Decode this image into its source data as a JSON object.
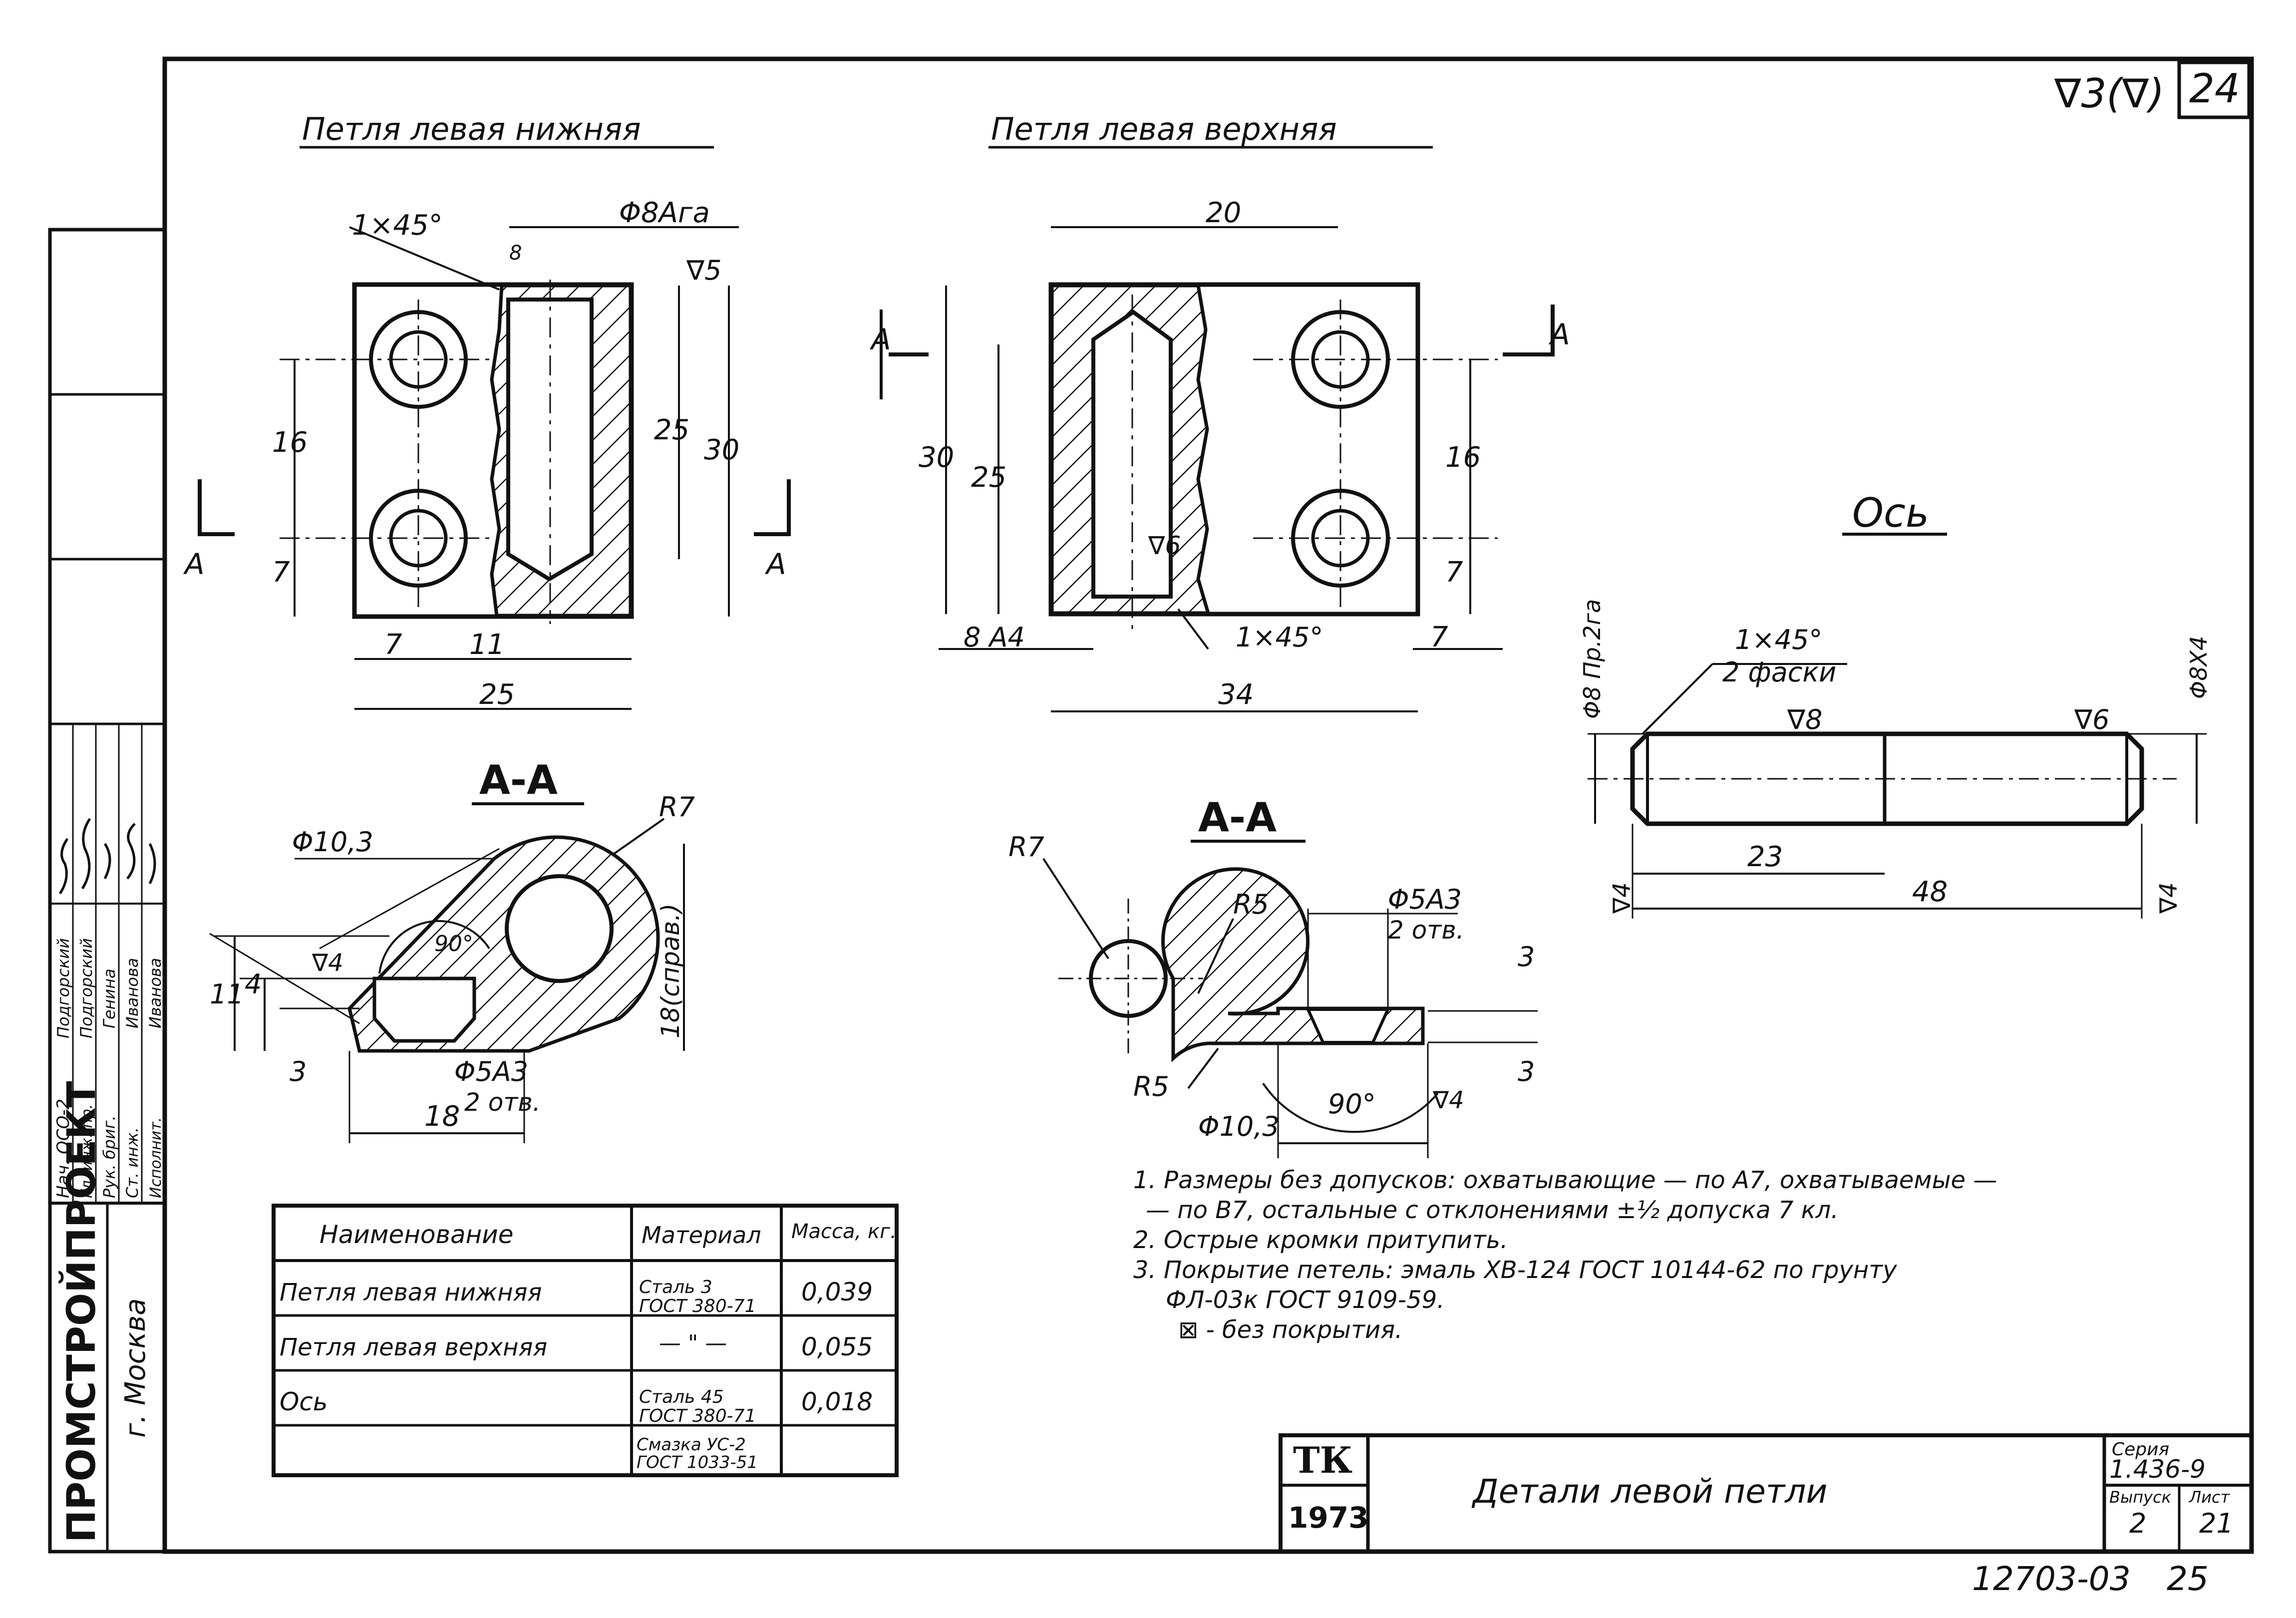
{
  "sheet": {
    "corner_roughness": "∇3(∇)",
    "corner_number": "24"
  },
  "views": {
    "lower_title": "Петля левая нижняя",
    "upper_title": "Петля левая верхняя",
    "axle_title": "Ось",
    "section_left": "А-А",
    "section_right": "А-А",
    "section_mark": "А"
  },
  "dims_lower": {
    "chamfer": "1×45°",
    "bore": "Φ8Aга",
    "small8": "8",
    "r5": "∇5",
    "d16": "16",
    "d7": "7",
    "d25": "25",
    "d30": "30",
    "b7": "7",
    "b11": "11",
    "b25": "25"
  },
  "dims_upper": {
    "top20": "20",
    "d30": "30",
    "d25": "25",
    "d16": "16",
    "d7": "7",
    "r6": "∇6",
    "a4": "8 A4",
    "chamfer": "1×45°",
    "b7": "7",
    "b34": "34"
  },
  "dims_axle": {
    "chamfer": "1×45°",
    "chamfers2": "2 фаски",
    "left_dia": "Φ8 Пр.2га",
    "right_dia": "Φ8X4",
    "r8": "∇8",
    "r6": "∇6",
    "r4a": "∇4",
    "r4b": "∇4",
    "d23": "23",
    "d48": "48"
  },
  "dims_secA1": {
    "d103": "Φ10,3",
    "r7": "R7",
    "a90": "90°",
    "r4": "∇4",
    "d11": "11",
    "d4": "4",
    "d3": "3",
    "d18v": "18(справ.)",
    "hole": "Φ5A3",
    "holes": "2 отв.",
    "d18": "18"
  },
  "dims_secA2": {
    "r7": "R7",
    "r5a": "R5",
    "hole": "Φ5A3",
    "holes": "2 отв.",
    "d3a": "3",
    "d3b": "3",
    "r5b": "R5",
    "d103": "Φ10,3",
    "a90": "90°",
    "r4": "∇4"
  },
  "notes": [
    "1. Размеры без допусков: охватывающие — по A7, охватываемые —",
    "— по B7, остальные с отклонениями ±½ допуска 7 кл.",
    "2. Острые кромки притупить.",
    "3. Покрытие петель: эмаль ХВ-124 ГОСТ 10144-62 по грунту",
    "ФЛ-03к ГОСТ 9109-59.",
    "⊠ - без покрытия."
  ],
  "parts_table": {
    "headers": [
      "Наименование",
      "Материал",
      "Масса, кг."
    ],
    "rows": [
      {
        "name": "Петля левая нижняя",
        "material": "Сталь 3\nГОСТ 380-71",
        "mass": "0,039"
      },
      {
        "name": "Петля левая верхняя",
        "material": "— \" —",
        "mass": "0,055"
      },
      {
        "name": "Ось",
        "material": "Сталь 45\nГОСТ 380-71",
        "mass": "0,018"
      },
      {
        "name": "",
        "material": "Смазка УС-2\nГОСТ 1033-51",
        "mass": ""
      }
    ]
  },
  "title_block": {
    "tk": "ТК",
    "year": "1973",
    "title": "Детали левой петли",
    "series_label": "Серия",
    "series": "1.436-9",
    "issue_label": "Выпуск",
    "issue": "2",
    "sheet_label": "Лист",
    "sheet": "21"
  },
  "side_stamp": {
    "org": "ПРОМСТРОЙПРОЕКТ",
    "city": "г. Москва",
    "roles": [
      "Нач. ОСО-2",
      "Гл. инж. пр.",
      "Рук. бриг.",
      "Ст. инж.",
      "Исполнит."
    ],
    "names": [
      "Подгорский",
      "Подгорский",
      "Генина",
      "Иванова",
      "Иванова"
    ]
  },
  "footer": {
    "code": "12703-03",
    "page": "25"
  }
}
